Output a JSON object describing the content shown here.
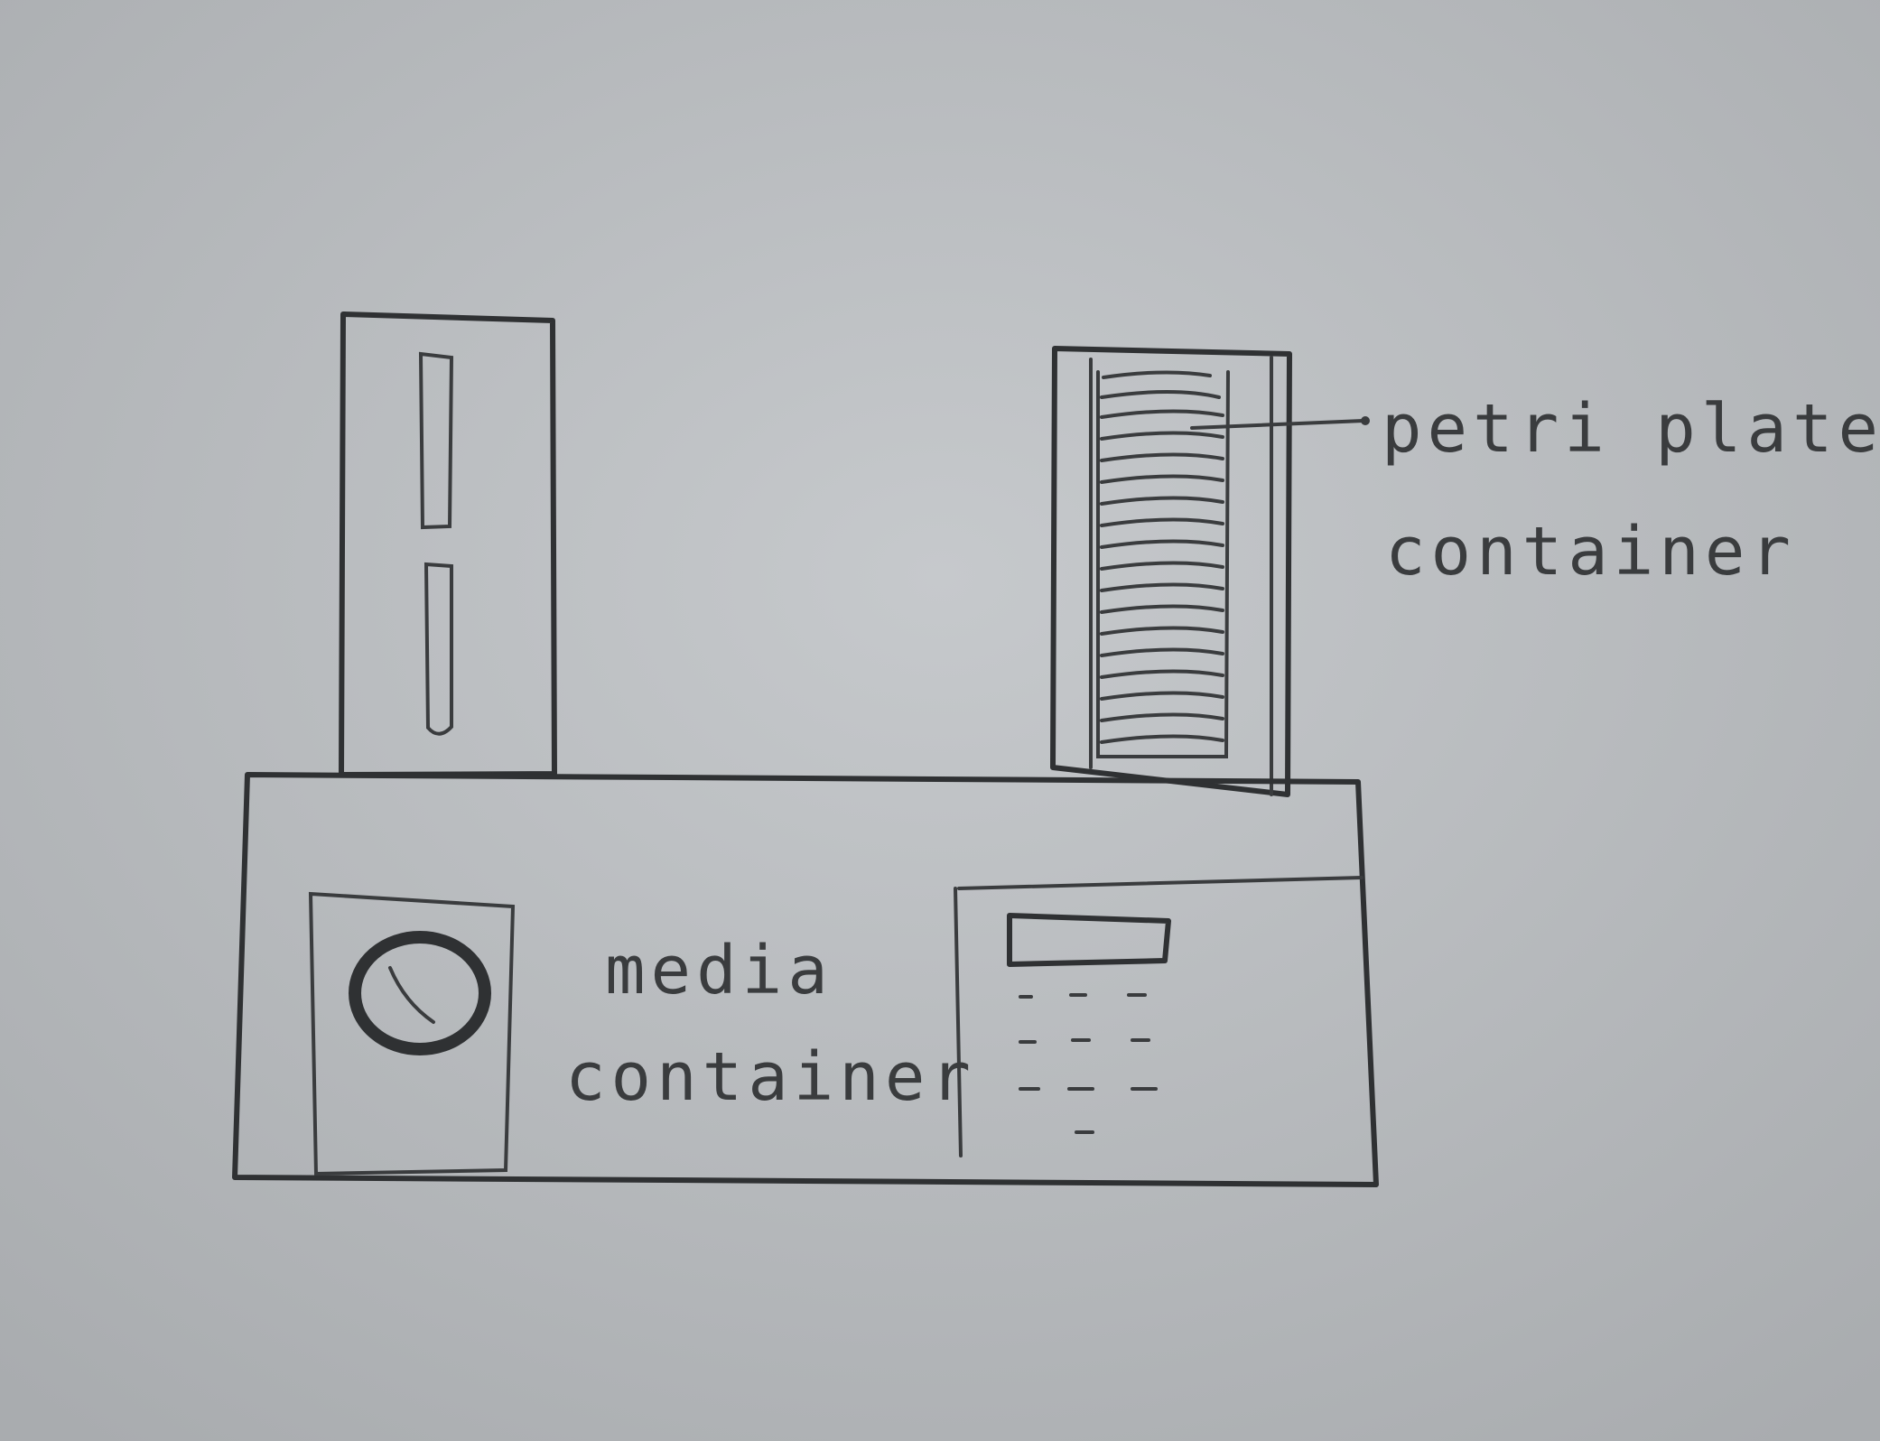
{
  "labels": {
    "petri_plate_container_line1": "petri plate",
    "petri_plate_container_line2": "container",
    "media_container_line1": "media",
    "media_container_line2": "container"
  },
  "colors": {
    "paper": "#b9bcbf",
    "pencil": "#2f3133"
  }
}
